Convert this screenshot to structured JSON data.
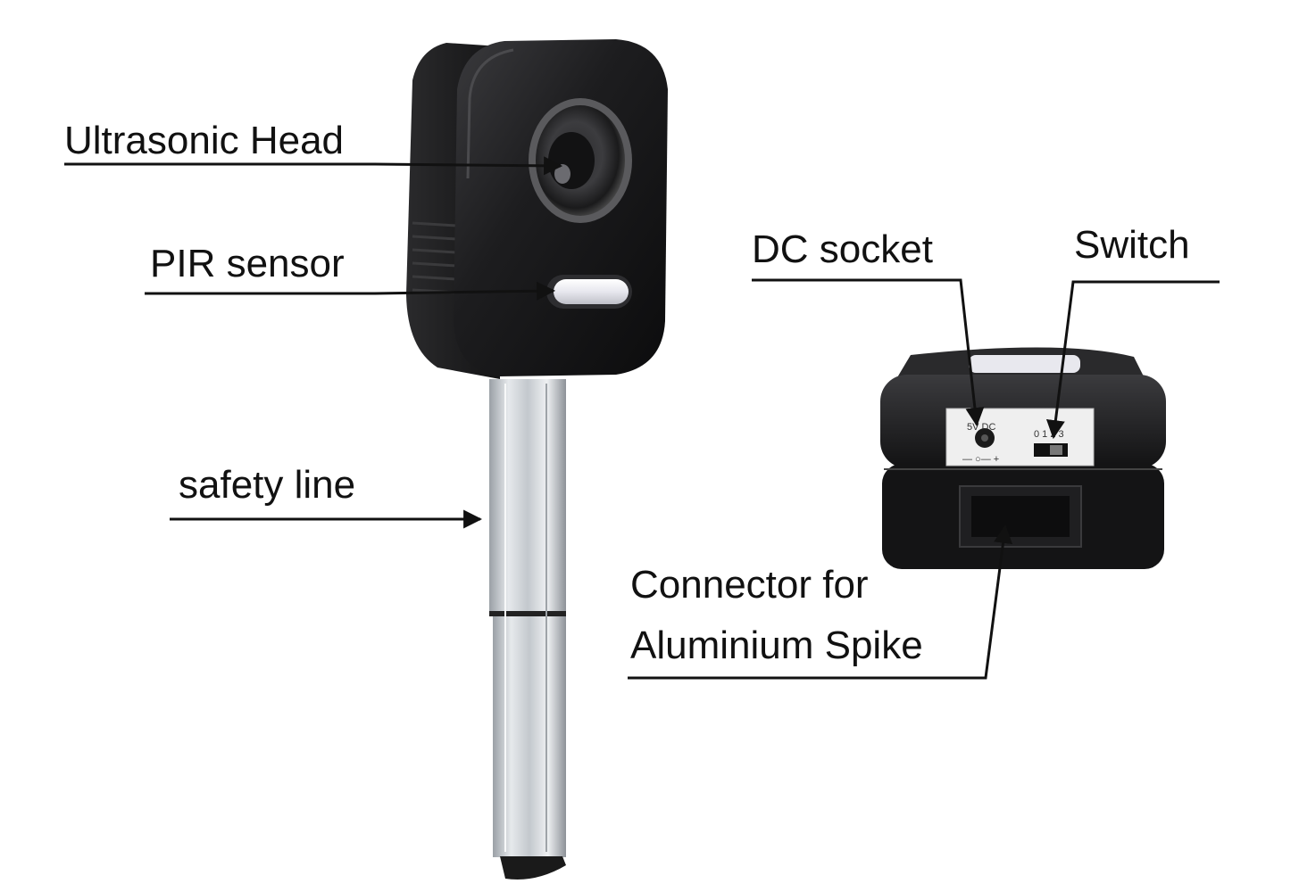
{
  "callouts": {
    "ultrasonic_head": "Ultrasonic Head",
    "pir_sensor": "PIR sensor",
    "safety_line": "safety line",
    "dc_socket": "DC socket",
    "switch": "Switch",
    "connector_line1": "Connector for",
    "connector_line2": "Aluminium Spike"
  },
  "panel_markings": {
    "voltage": "5V DC",
    "switch_positions": "0 1 2 3",
    "polarity": "— ○— +"
  },
  "colors": {
    "housing": "#1c1c1e",
    "pole": "#c9cdd1",
    "label_panel": "#f2f2f2",
    "text": "#111111"
  }
}
